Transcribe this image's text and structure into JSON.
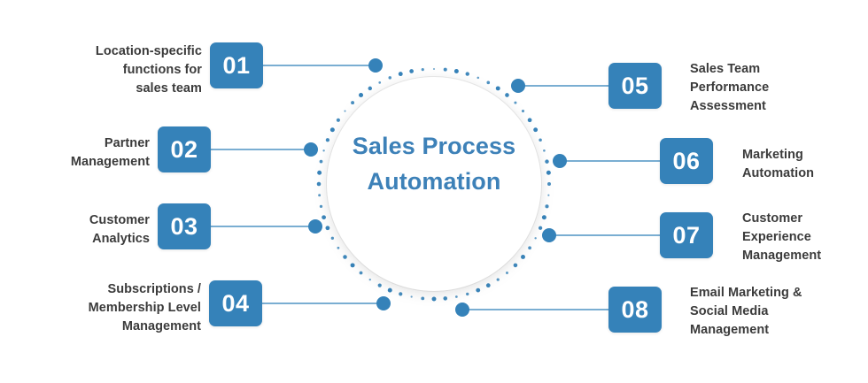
{
  "diagram": {
    "title": "Sales Process Automation",
    "center": {
      "lines": [
        "Sales",
        "Process",
        "Automation"
      ],
      "text_color": "#3d81b8",
      "disc_color": "#ffffff"
    },
    "colors": {
      "badge": "#3582b9",
      "accent": "#3582b9",
      "connector_line": "#7aaed2",
      "node_dot": "#3582b9",
      "label_text": "#3b3b3b",
      "background": "#ffffff"
    },
    "steps": [
      {
        "number": "01",
        "side": "left",
        "lines": [
          "Location-specific",
          "functions for",
          "sales team"
        ]
      },
      {
        "number": "02",
        "side": "left",
        "lines": [
          "Partner",
          "Management"
        ]
      },
      {
        "number": "03",
        "side": "left",
        "lines": [
          "Customer",
          "Analytics"
        ]
      },
      {
        "number": "04",
        "side": "left",
        "lines": [
          "Subscriptions /",
          "Membership Level",
          "Management"
        ]
      },
      {
        "number": "05",
        "side": "right",
        "lines": [
          "Sales Team",
          "Performance",
          "Assessment"
        ]
      },
      {
        "number": "06",
        "side": "right",
        "lines": [
          "Marketing",
          "Automation"
        ]
      },
      {
        "number": "07",
        "side": "right",
        "lines": [
          "Customer",
          "Experience",
          "Management"
        ]
      },
      {
        "number": "08",
        "side": "right",
        "lines": [
          "Email Marketing &",
          "Social Media",
          "Management"
        ]
      }
    ]
  }
}
